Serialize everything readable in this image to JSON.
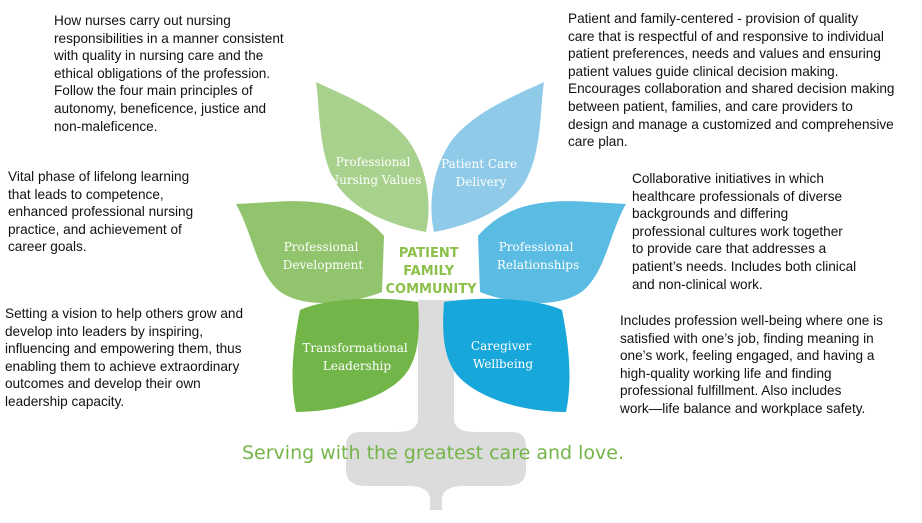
{
  "descriptions": {
    "professional_nursing_values": "How nurses carry out nursing\nresponsibilities in a manner consistent\nwith quality in nursing care and the\nethical obligations of the profession.\nFollow the four main principles of\nautonomy, beneficence, justice and\nnon-maleficence.",
    "professional_development": "Vital phase of lifelong learning\nthat leads to competence,\nenhanced professional nursing\npractice, and achievement of\ncareer goals.",
    "transformational_leadership": "Setting a vision to help others grow and\ndevelop into leaders by inspiring,\ninfluencing and empowering them, thus\nenabling them to achieve extraordinary\noutcomes and develop their own\nleadership capacity.",
    "patient_care_delivery": "Patient and family-centered - provision of quality\ncare that is respectful of and responsive to individual\npatient preferences, needs and values and ensuring\npatient values guide clinical decision making.\nEncourages collaboration and shared decision making\nbetween patient, families, and care providers to\ndesign and manage a customized and comprehensive\ncare plan.",
    "professional_relationships": "Collaborative initiatives in which\nhealthcare professionals of diverse\nbackgrounds and differing\nprofessional cultures work together\nto provide care that addresses a\npatient’s needs.  Includes both clinical\nand non-clinical work.",
    "caregiver_wellbeing": "Includes profession well-being where one is\nsatisfied with one’s job, finding meaning in\none’s work, feeling engaged, and having a\nhigh-quality working life and finding\nprofessional fulfillment. Also includes\nwork—life balance and workplace safety."
  },
  "petals": {
    "professional_nursing_values": {
      "line1": "Professional",
      "line2": "Nursing Values",
      "color": "#a8d18d"
    },
    "patient_care_delivery": {
      "line1": "Patient Care",
      "line2": "Delivery",
      "color": "#8fcbe8"
    },
    "professional_development": {
      "line1": "Professional",
      "line2": "Development",
      "color": "#92c46d"
    },
    "professional_relationships": {
      "line1": "Professional",
      "line2": "Relationships",
      "color": "#5bbce3"
    },
    "transformational_leadership": {
      "line1": "Transformational",
      "line2": "Leadership",
      "color": "#72b548"
    },
    "caregiver_wellbeing": {
      "line1": "Caregiver",
      "line2": "Wellbeing",
      "color": "#18a7da"
    }
  },
  "center": {
    "line1": "PATIENT",
    "line2": "FAMILY",
    "line3": "COMMUNITY",
    "color": "#8cc04a"
  },
  "tagline": "Serving with the greatest care and love.",
  "stem_color": "#dcdcdc"
}
